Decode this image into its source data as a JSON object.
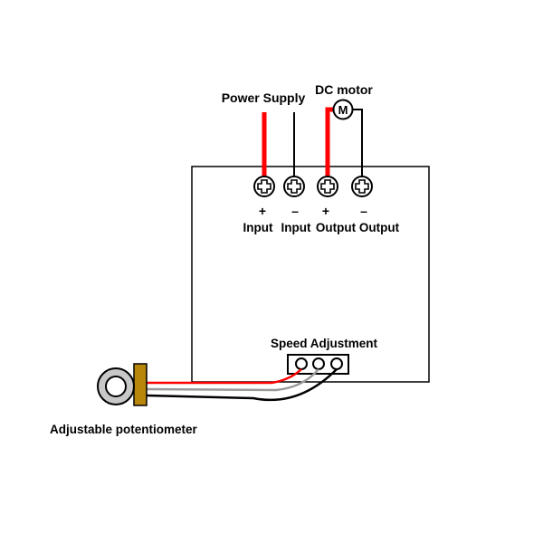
{
  "labels": {
    "power_supply": "Power Supply",
    "dc_motor": "DC motor",
    "motor_symbol": "M",
    "input_plus_sign": "+",
    "input_minus_sign": "–",
    "output_plus_sign": "+",
    "output_minus_sign": "–",
    "input_plus": "Input",
    "input_minus": "Input",
    "output_plus": "Output",
    "output_minus": "Output",
    "speed_adjustment": "Speed Adjustment",
    "potentiometer": "Adjustable potentiometer"
  },
  "colors": {
    "positive_wire": "#ff0000",
    "negative_wire": "#000000",
    "signal_wire": "#999999",
    "pot_body": "#b8860b",
    "pot_ring": "#c8c8c8"
  }
}
